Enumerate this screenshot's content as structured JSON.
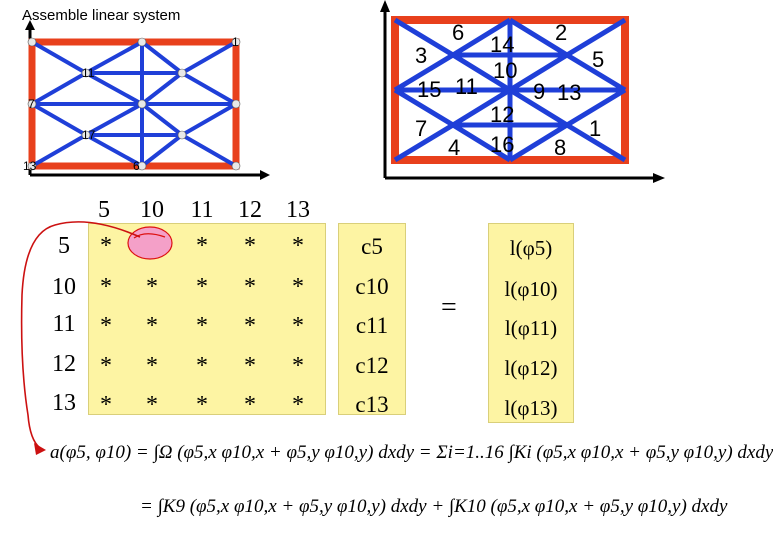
{
  "title": "Assemble linear system",
  "colors": {
    "boundary": "#e8401c",
    "edge": "#1f3fd8",
    "node": "#e8e8e8",
    "axis": "#000000",
    "panel": "#fdf4a3",
    "highlight": "#f4a0c8",
    "annotation": "#cc1111"
  },
  "left_mesh": {
    "node_labels": [
      "13",
      "7",
      "1",
      "17",
      "11",
      "6"
    ]
  },
  "right_mesh": {
    "triangle_labels": [
      "6",
      "14",
      "2",
      "3",
      "10",
      "5",
      "15",
      "11",
      "9",
      "13",
      "12",
      "7",
      "16",
      "1",
      "4",
      "8"
    ]
  },
  "matrix": {
    "col_headers": [
      "5",
      "10",
      "11",
      "12",
      "13"
    ],
    "row_headers": [
      "5",
      "10",
      "11",
      "12",
      "13"
    ],
    "cells": [
      [
        "*",
        "",
        "*",
        "*",
        "*"
      ],
      [
        "*",
        "*",
        "*",
        "*",
        "*"
      ],
      [
        "*",
        "*",
        "*",
        "*",
        "*"
      ],
      [
        "*",
        "*",
        "*",
        "*",
        "*"
      ],
      [
        "*",
        "*",
        "*",
        "*",
        "*"
      ]
    ],
    "unknowns": [
      "c5",
      "c10",
      "c11",
      "c12",
      "c13"
    ],
    "equals": "=",
    "rhs": [
      "l(φ5)",
      "l(φ10)",
      "l(φ11)",
      "l(φ12)",
      "l(φ13)"
    ]
  },
  "formulas": {
    "line1": "a(φ5, φ10) = ∫Ω (φ5,x φ10,x + φ5,y φ10,y) dxdy = Σi=1..16 ∫Ki (φ5,x φ10,x + φ5,y φ10,y) dxdy",
    "line2": "= ∫K9 (φ5,x φ10,x + φ5,y φ10,y) dxdy + ∫K10 (φ5,x φ10,x + φ5,y φ10,y) dxdy"
  }
}
